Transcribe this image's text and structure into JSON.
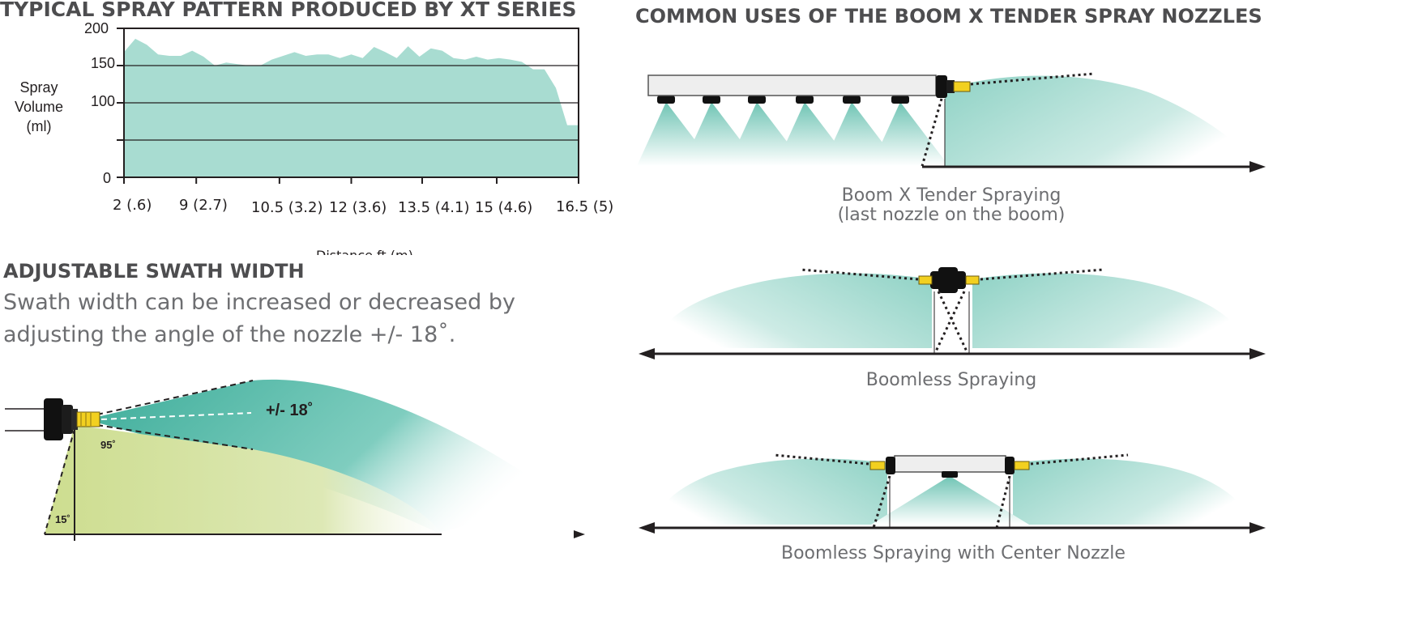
{
  "chart": {
    "title": "TYPICAL SPRAY PATTERN PRODUCED BY XT SERIES",
    "ylabel_lines": [
      "Spray",
      "Volume",
      "(ml)"
    ],
    "xlabel": "Distance ft (m)"
  },
  "chart_data": {
    "type": "area",
    "title": "TYPICAL SPRAY PATTERN PRODUCED BY XT SERIES",
    "ylabel": "Spray Volume (ml)",
    "xlabel": "Distance ft (m)",
    "ylim": [
      0,
      200
    ],
    "yticks": [
      "200",
      "150",
      "100",
      "",
      "0"
    ],
    "xticks": [
      "2 (.6)",
      "9 (2.7)",
      "10.5 (3.2)",
      "12 (3.6)",
      "13.5 (4.1)",
      "15 (4.6)",
      "16.5 (5)"
    ],
    "grid": "horizontal",
    "values": [
      168,
      186,
      178,
      165,
      163,
      163,
      170,
      162,
      150,
      154,
      152,
      150,
      150,
      158,
      163,
      168,
      163,
      165,
      165,
      160,
      165,
      160,
      175,
      168,
      160,
      176,
      162,
      173,
      170,
      160,
      158,
      162,
      158,
      160,
      158,
      155,
      145,
      145,
      120,
      70,
      70
    ]
  },
  "swath": {
    "title": "ADJUSTABLE SWATH WIDTH",
    "body": "Swath width can be increased or decreased by adjusting the angle of the nozzle +/- 18˚.",
    "angle_label": "+/- 18˚",
    "spray_angle": "95˚",
    "tilt_angle": "15˚"
  },
  "uses": {
    "title": "COMMON USES OF THE BOOM X TENDER SPRAY NOZZLES",
    "captions": [
      "Boom X Tender Spraying",
      "(last nozzle on the boom)",
      "Boomless Spraying",
      "Boomless Spraying with Center Nozzle"
    ]
  },
  "colors": {
    "spray_teal": "#a8dcd1",
    "spray_dark_teal": "#4fb7a5",
    "spray_yellow_green": "#d6e2a4",
    "nozzle_yellow": "#f2d020",
    "title_gray": "#4d4d4f",
    "text_gray": "#6d6e71"
  }
}
